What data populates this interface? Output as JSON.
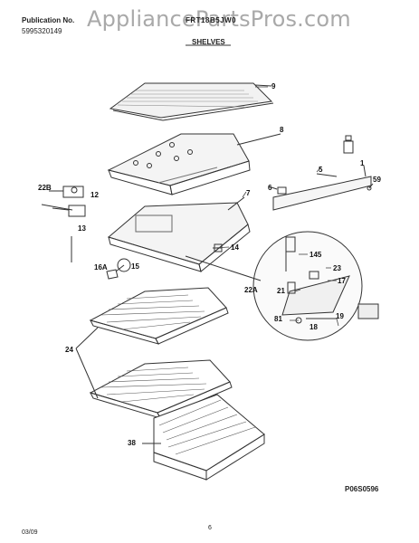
{
  "watermark": "AppliancePartsPros.com",
  "header": {
    "publication_label": "Publication No.",
    "publication_number": "5995320149",
    "model": "FRT18B5JW0",
    "section_title": "SHELVES"
  },
  "figure_code": "P06S0596",
  "footer": {
    "date": "03/09",
    "page": "6"
  },
  "callouts": {
    "c9": "9",
    "c8": "8",
    "c7": "7",
    "c5": "5",
    "c1": "1",
    "c59": "59",
    "c6": "6",
    "c22b": "22B",
    "c12": "12",
    "c13": "13",
    "c14": "14",
    "c145": "145",
    "c16a": "16A",
    "c15": "15",
    "c22a": "22A",
    "c23": "23",
    "c17": "17",
    "c21": "21",
    "c19": "19",
    "c81": "81",
    "c18": "18",
    "c24": "24",
    "c38": "38"
  }
}
